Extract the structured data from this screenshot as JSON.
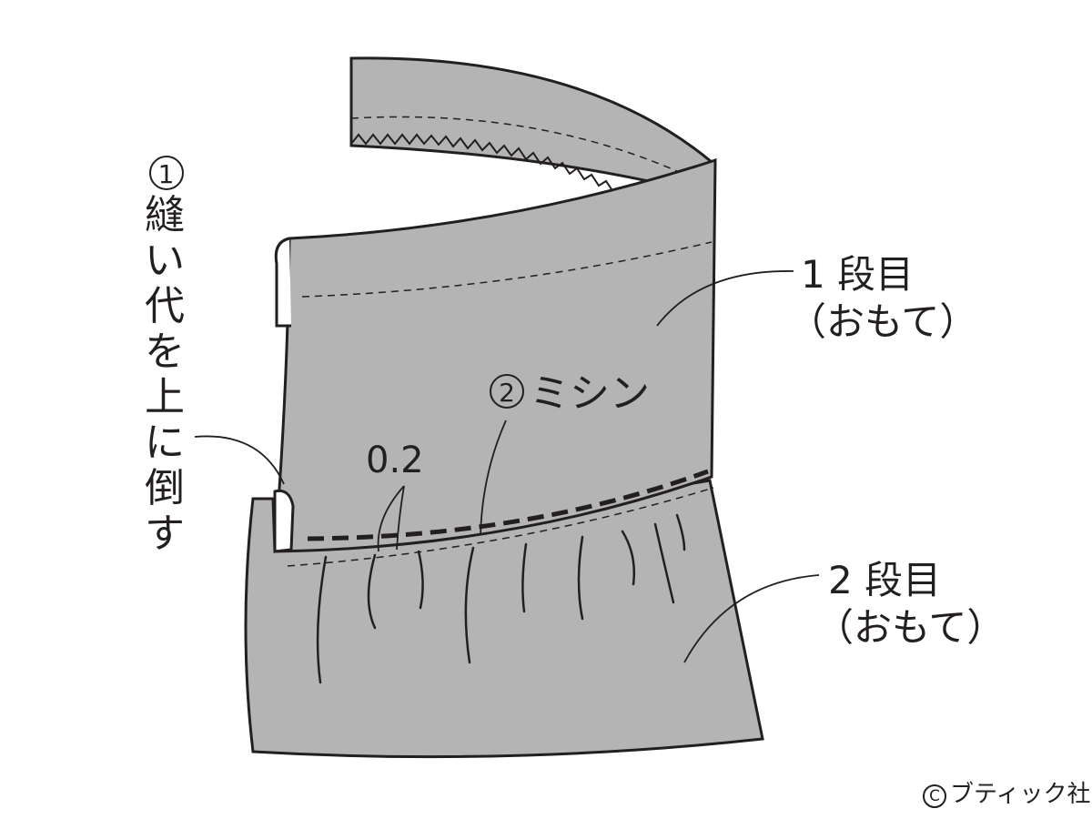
{
  "labels": {
    "step1_num": "1",
    "step1_text": [
      "縫",
      "い",
      "代",
      "を",
      "上",
      "に",
      "倒",
      "す"
    ],
    "tier1_line1": "1 段目",
    "tier1_line2": "（おもて）",
    "step2_num": "2",
    "step2_text": "ミシン",
    "dimension": "0.2",
    "tier2_line1": "2 段目",
    "tier2_line2": "（おもて）",
    "credit_mark": "C",
    "credit_text": "ブティック社"
  },
  "colors": {
    "fabric": "#b4b4b5",
    "outline": "#231f20",
    "background": "#ffffff"
  }
}
